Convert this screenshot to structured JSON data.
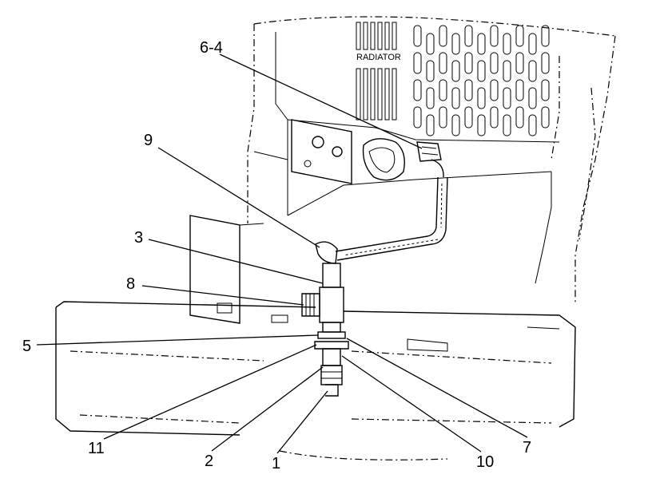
{
  "figure": {
    "panel_label": "RADIATOR",
    "callouts": [
      {
        "id": "c1",
        "text": "6-4"
      },
      {
        "id": "c2",
        "text": "9"
      },
      {
        "id": "c3",
        "text": "3"
      },
      {
        "id": "c4",
        "text": "8"
      },
      {
        "id": "c5",
        "text": "5"
      },
      {
        "id": "c6",
        "text": "11"
      },
      {
        "id": "c7",
        "text": "2"
      },
      {
        "id": "c8",
        "text": "1"
      },
      {
        "id": "c9",
        "text": "10"
      },
      {
        "id": "c10",
        "text": "7"
      }
    ]
  }
}
